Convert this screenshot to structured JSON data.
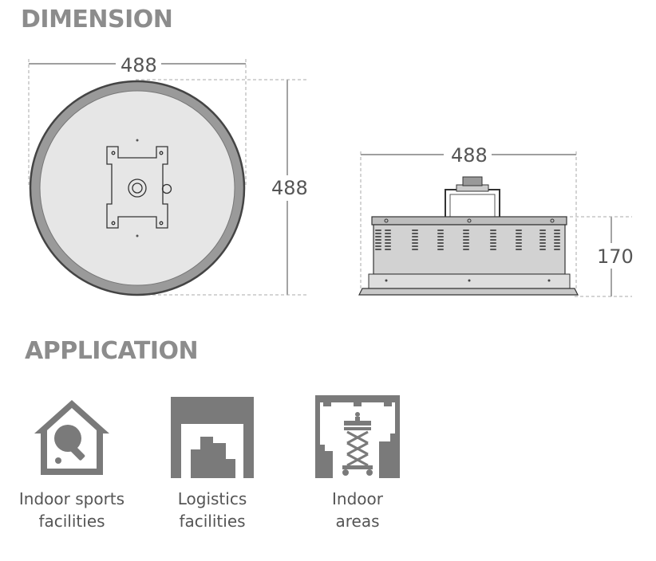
{
  "dimension": {
    "heading": "DIMENSION",
    "top_view": {
      "width_label": "488",
      "height_label": "488"
    },
    "side_view": {
      "width_label": "488",
      "height_label": "170"
    }
  },
  "application": {
    "heading": "APPLICATION",
    "items": [
      {
        "icon": "indoor-sports-icon",
        "label": "Indoor sports\nfacilities"
      },
      {
        "icon": "logistics-icon",
        "label": "Logistics\nfacilities"
      },
      {
        "icon": "indoor-areas-icon",
        "label": "Indoor\nareas"
      }
    ]
  },
  "colors": {
    "heading": "#8c8c8c",
    "icon": "#7a7a7a",
    "lamp_face": "#e6e6e6",
    "lamp_rim": "#9a9a9a"
  }
}
